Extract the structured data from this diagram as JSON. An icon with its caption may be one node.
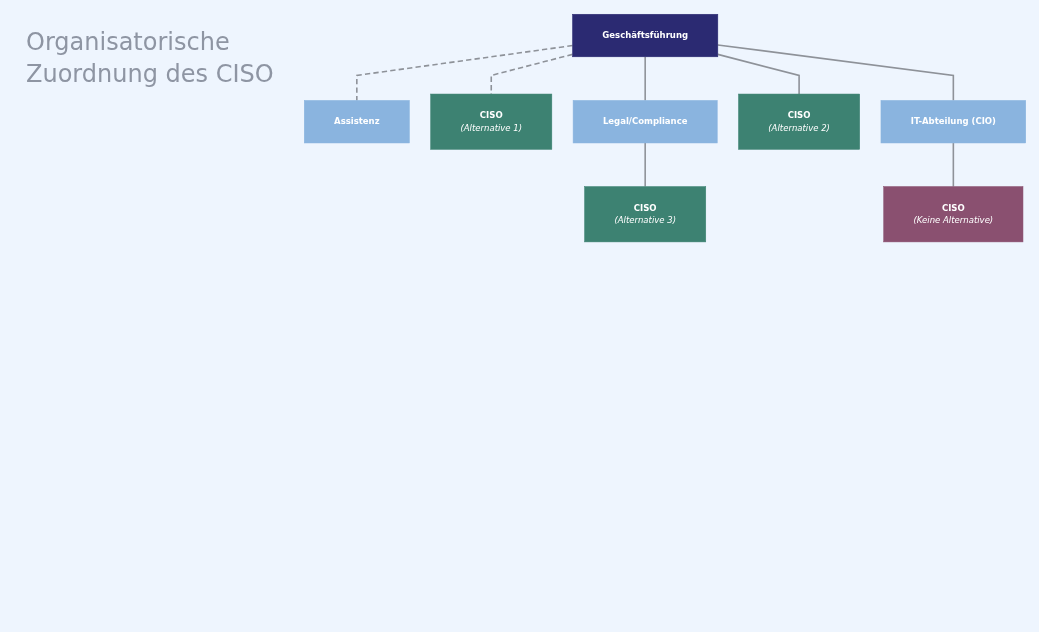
{
  "diagram": {
    "title": "Organisatorische Zuordnung des CISO",
    "nodes": [
      {
        "text": [
          "Geschäftsführung"
        ]
      },
      {
        "text": [
          "Assistenz"
        ]
      },
      {
        "text": [
          "CISO",
          "(Alternative 1)"
        ]
      },
      {
        "text": [
          "Legal/Compliance"
        ]
      },
      {
        "text": [
          "CISO",
          "(Alternative 2)"
        ]
      },
      {
        "text": [
          "IT-Abteilung (CIO)"
        ]
      },
      {
        "text": [
          "CISO",
          "(Alternative 3)"
        ]
      },
      {
        "text": [
          "CISO",
          "(Keine Alternative)"
        ]
      }
    ],
    "edges": [
      {
        "from": 0,
        "to": 1,
        "arrow": "none",
        "style": "dashed"
      },
      {
        "from": 0,
        "to": 2,
        "arrow": "none",
        "style": "dashed"
      },
      {
        "from": 0,
        "to": 3,
        "arrow": "none"
      },
      {
        "from": 0,
        "to": 4,
        "arrow": "none"
      },
      {
        "from": 0,
        "to": 5,
        "arrow": "none"
      },
      {
        "from": 3,
        "to": 6,
        "arrow": "none"
      },
      {
        "from": 5,
        "to": 7,
        "arrow": "none"
      }
    ]
  }
}
